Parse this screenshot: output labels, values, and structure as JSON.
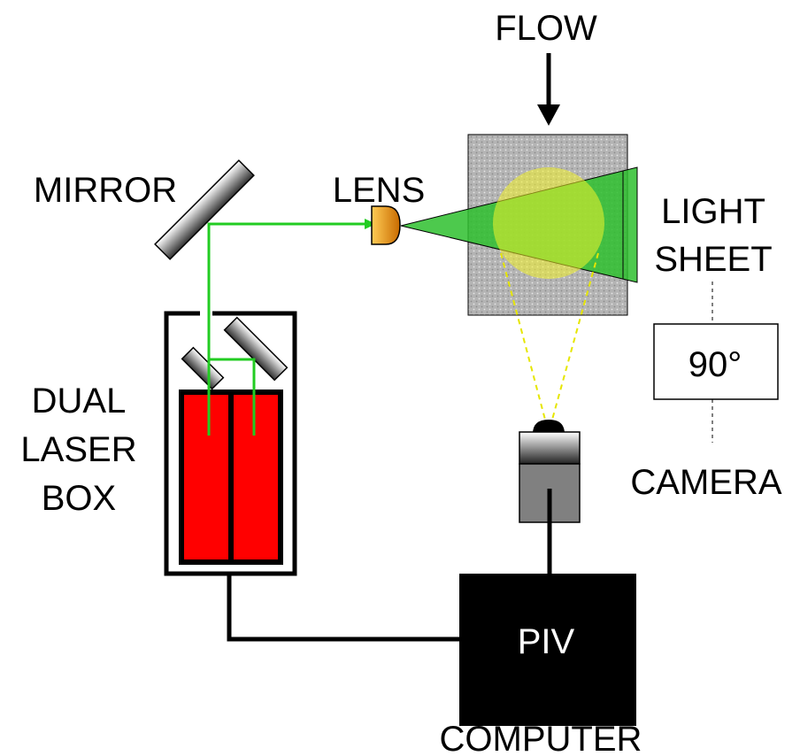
{
  "labels": {
    "flow": "FLOW",
    "mirror": "MIRROR",
    "lens": "LENS",
    "light_sheet_line1": "LIGHT",
    "light_sheet_line2": "SHEET",
    "angle": "90°",
    "laser_line1": "DUAL",
    "laser_line2": "LASER",
    "laser_line3": "BOX",
    "camera": "CAMERA",
    "piv": "PIV",
    "computer": "COMPUTER"
  },
  "colors": {
    "beam": "#22cc22",
    "laser": "#ff0000",
    "lens": "#e69a00",
    "flow_panel": "#b4b4b4",
    "light_sheet": "#2ec02e",
    "field_of_view": "#f2f22a",
    "camera_body": "#808080",
    "computer": "#000000",
    "sight_lines": "#e6e600"
  }
}
